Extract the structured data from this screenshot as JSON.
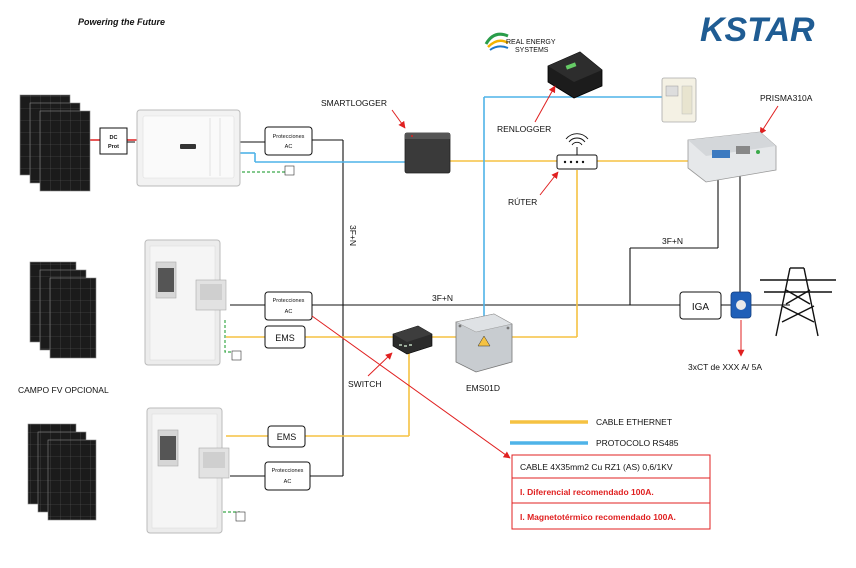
{
  "header": {
    "tagline": "Powering the Future",
    "brand": "KSTAR"
  },
  "partner_logo": {
    "line1": "REAL ENERGY",
    "line2": "SYSTEMS"
  },
  "labels": {
    "dc_prot_line1": "DC",
    "dc_prot_line2": "Prot",
    "ac_prot_line1": "Protecciones",
    "ac_prot_line2": "AC",
    "smartlogger": "SMARTLOGGER",
    "renlogger": "RENLOGGER",
    "router": "RÚTER",
    "prisma": "PRISMA310A",
    "three_phase": "3F+N",
    "ems": "EMS",
    "switch": "SWITCH",
    "ems01d": "EMS01D",
    "iga": "IGA",
    "ct": "3xCT de XXX A/ 5A",
    "optional_field": "CAMPO FV OPCIONAL"
  },
  "legend": {
    "ethernet": "CABLE ETHERNET",
    "rs485": "PROTOCOLO RS485",
    "ethernet_color": "#f5c242",
    "rs485_color": "#4fb3e8"
  },
  "notes": {
    "cable": "CABLE 4X35mm2 Cu RZ1 (AS) 0,6/1KV",
    "differential": "I. Diferencial recomendado 100A.",
    "magneto": "I. Magnetotérmico recomendado 100A."
  },
  "colors": {
    "brand": "#1f5c93",
    "note_red": "#e02020"
  }
}
